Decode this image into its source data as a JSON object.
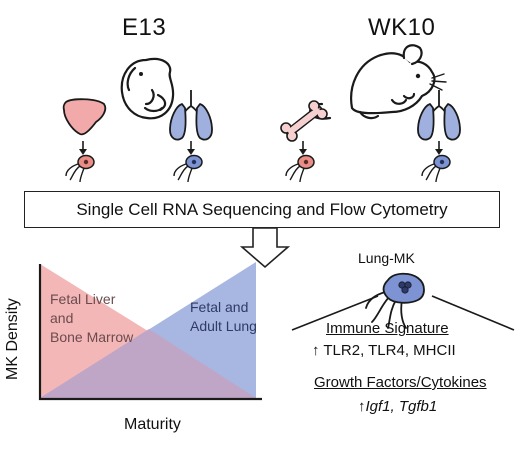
{
  "stages": {
    "embryo": "E13",
    "adult": "WK10"
  },
  "banner": "Single Cell RNA Sequencing and Flow Cytometry",
  "chart": {
    "ylabel": "MK Density",
    "xlabel": "Maturity",
    "series_liver": "Fetal Liver and Bone Marrow",
    "series_liver_lines": [
      "Fetal Liver",
      "and",
      "Bone Marrow"
    ],
    "series_lung_lines": [
      "Fetal and",
      "Adult Lung"
    ]
  },
  "lung_mk": {
    "title": "Lung-MK",
    "immune_header": "Immune Signature",
    "immune_values": "↑ TLR2, TLR4, MHCII",
    "growth_header": "Growth Factors/Cytokines",
    "growth_arrow": "↑",
    "growth_values": "Igf1, Tgfb1"
  },
  "colors": {
    "liver_fill": "#f2a9a9",
    "lung_fill": "#9fb0de",
    "liver_region": "#f3b7b7",
    "lung_region": "#a8b6e2",
    "overlap_region": "#c0a6c6",
    "cell_liver": "#e98d86",
    "cell_lung": "#7e93d4",
    "outline": "#1a1a1a"
  },
  "icons": [
    "embryo-icon",
    "mouse-icon",
    "liver-icon",
    "lung-icon",
    "bone-icon",
    "megakaryocyte-icon",
    "down-arrow-icon",
    "hollow-down-arrow-icon"
  ]
}
